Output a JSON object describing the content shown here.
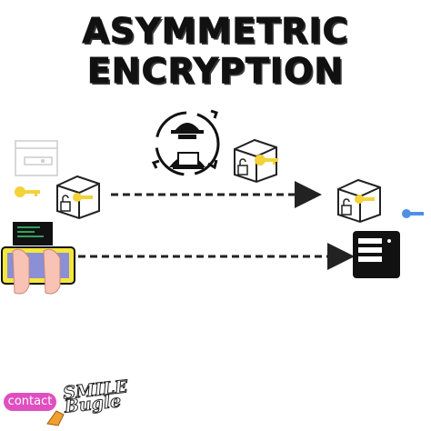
{
  "title": {
    "line1": "ASYMMETRIC",
    "line2": "ENCRYPTION"
  },
  "footer": {
    "contact_label": "contact",
    "brand_line1": "SMILE",
    "brand_line2": "Bugle"
  },
  "colors": {
    "key_yellow": "#f3d23a",
    "key_blue": "#4f8fe6",
    "keyboard_yellow": "#f5e63c",
    "contact_pink": "#e04fc0",
    "arrow": "#222222"
  },
  "icons": [
    "hacker-icon",
    "cycle-arrows-icon",
    "locked-box-icon",
    "key-icon",
    "laptop-icon",
    "server-icon",
    "typing-hands-icon",
    "browser-window-icon"
  ]
}
